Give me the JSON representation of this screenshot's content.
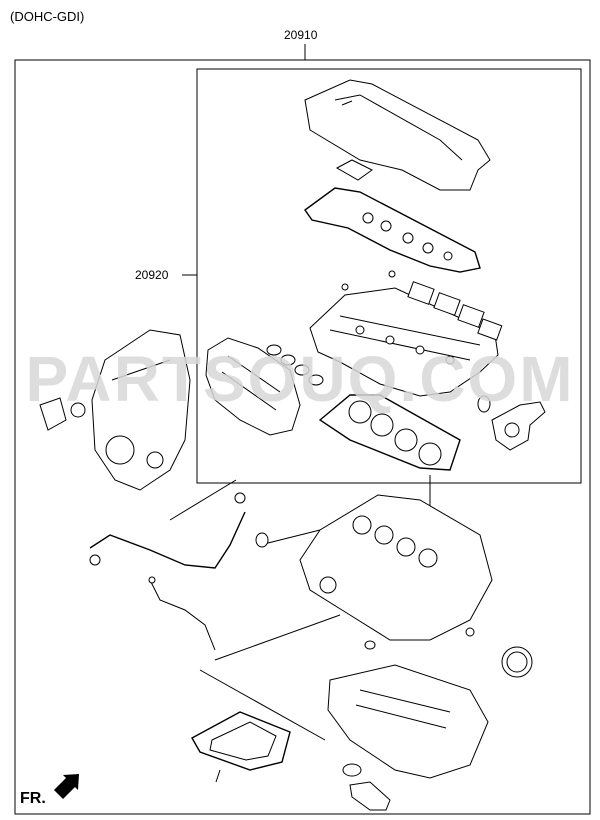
{
  "header": {
    "variant_label": "(DOHC-GDI)"
  },
  "callouts": {
    "outer_kit": "20910",
    "inner_kit": "20920"
  },
  "footer": {
    "front_label": "FR."
  },
  "watermark": {
    "text": "PARTSOUQ.COM"
  },
  "colors": {
    "line": "#000000",
    "watermark": "#d8d8d8",
    "background": "#ffffff"
  },
  "icons": {
    "front_arrow": "arrow-down-left-icon"
  }
}
